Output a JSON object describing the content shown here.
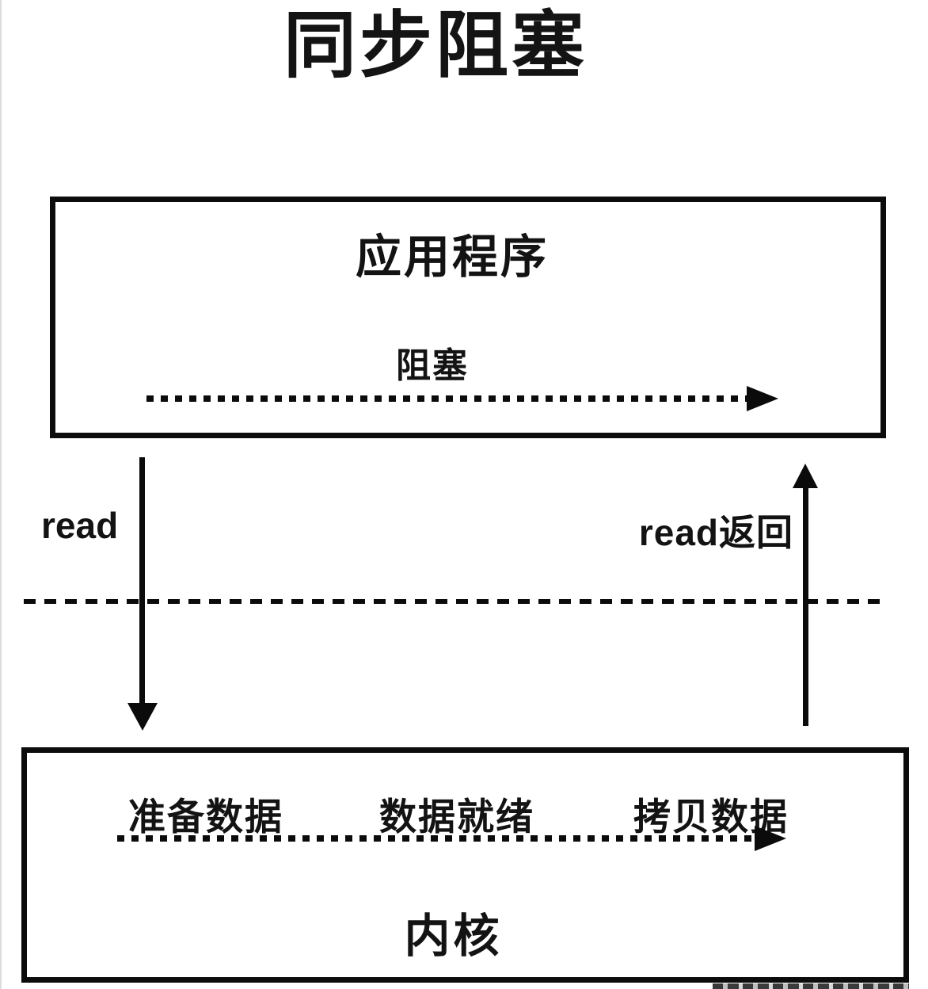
{
  "title": "同步阻塞",
  "colors": {
    "stroke": "#0b0b0b",
    "text": "#131313",
    "background": "#ffffff"
  },
  "application_box": {
    "label": "应用程序",
    "blocking_label": "阻塞"
  },
  "left_arrow": {
    "label": "read",
    "direction": "down"
  },
  "right_arrow": {
    "label": "read返回",
    "direction": "up"
  },
  "kernel_box": {
    "label": "内核",
    "stages": [
      "准备数据",
      "数据就绪",
      "拷贝数据"
    ]
  }
}
